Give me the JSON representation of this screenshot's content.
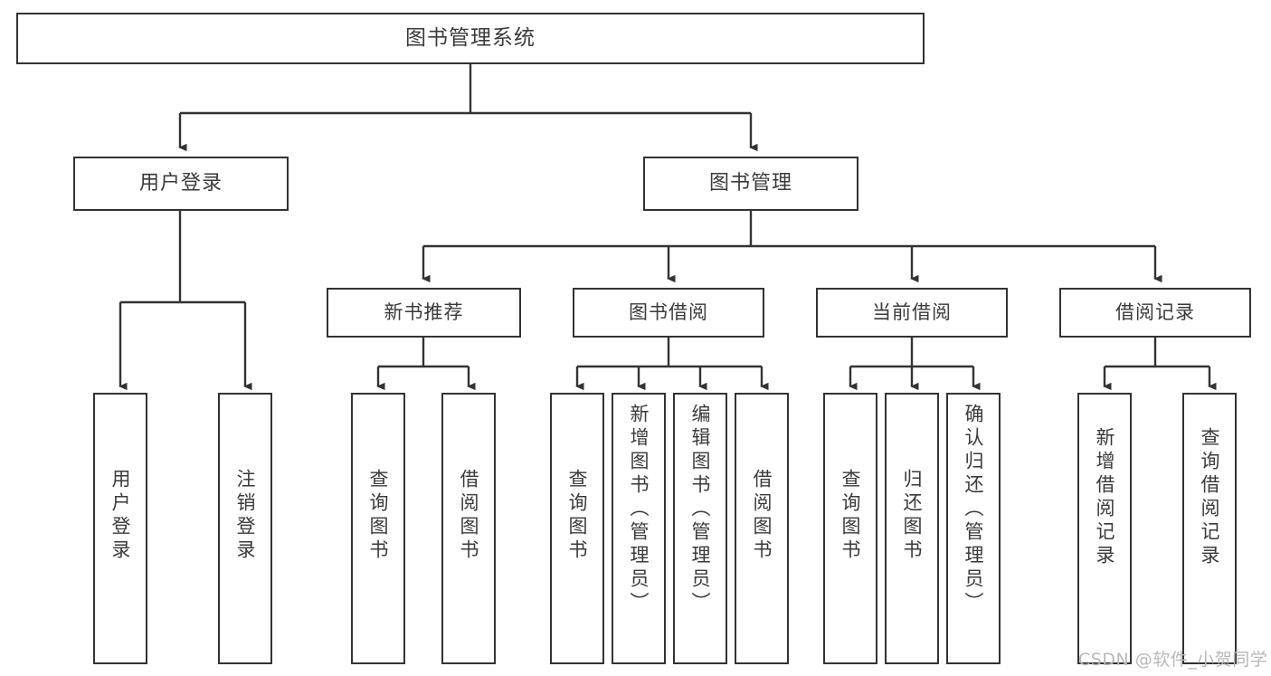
{
  "diagram": {
    "title": "图书管理系统",
    "type": "tree",
    "stroke_color": "#333333",
    "text_color": "#3a3a3a",
    "background_color": "#ffffff",
    "root": {
      "label": "图书管理系统"
    },
    "level1": [
      {
        "label": "用户登录"
      },
      {
        "label": "图书管理"
      }
    ],
    "level2": [
      {
        "label": "新书推荐"
      },
      {
        "label": "图书借阅"
      },
      {
        "label": "当前借阅"
      },
      {
        "label": "借阅记录"
      }
    ],
    "leaves": {
      "user_login": [
        {
          "label": "用户登录"
        },
        {
          "label": "注销登录"
        }
      ],
      "new_book": [
        {
          "label": "查询图书"
        },
        {
          "label": "借阅图书"
        }
      ],
      "book_borrow": [
        {
          "label": "查询图书"
        },
        {
          "label": "新增图书（管理员）"
        },
        {
          "label": "编辑图书（管理员）"
        },
        {
          "label": "借阅图书"
        }
      ],
      "current_borrow": [
        {
          "label": "查询图书"
        },
        {
          "label": "归还图书"
        },
        {
          "label": "确认归还（管理员）"
        }
      ],
      "borrow_record": [
        {
          "label": "新增借阅记录"
        },
        {
          "label": "查询借阅记录"
        }
      ]
    }
  },
  "watermark": {
    "text": "CSDN @软件_小贺同学",
    "color": "#b8b8b8"
  }
}
